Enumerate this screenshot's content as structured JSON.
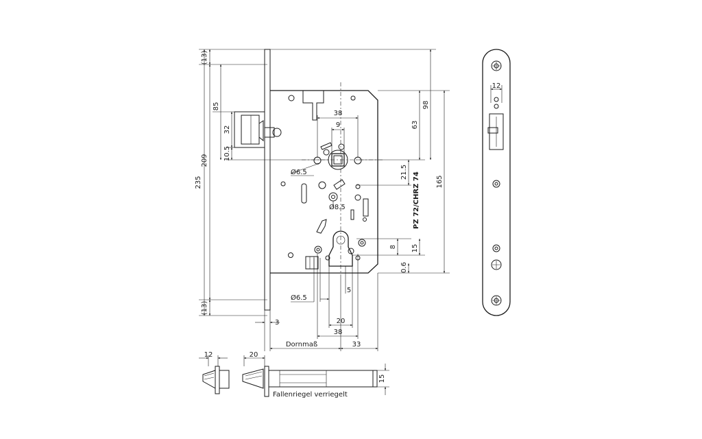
{
  "dimensions": {
    "top_13": "(13)",
    "bottom_13": "(13)",
    "d85": "85",
    "d32": "32",
    "d10_5": "10.5",
    "d209": "209",
    "d235": "235",
    "d38_top": "38",
    "d9": "9",
    "d6_5_upper": "Ø6.5",
    "d8_5": "Ø8.5",
    "d63": "63",
    "d98": "98",
    "d21_5": "21.5",
    "d165": "165",
    "d8": "8",
    "d15_right": "15",
    "d0_6": "0.6",
    "d6_5_lower": "Ø6.5",
    "d5": "5",
    "d20": "20",
    "d38_bottom": "38",
    "d3": "3",
    "d33": "33",
    "faceplate_12": "12",
    "latch_12": "12",
    "latch_20": "20",
    "latch_15": "15"
  },
  "labels": {
    "cylinder": "PZ 72/CHRZ 74",
    "backset": "Dornmaß",
    "latch_locked": "Fallenriegel verriegelt"
  }
}
